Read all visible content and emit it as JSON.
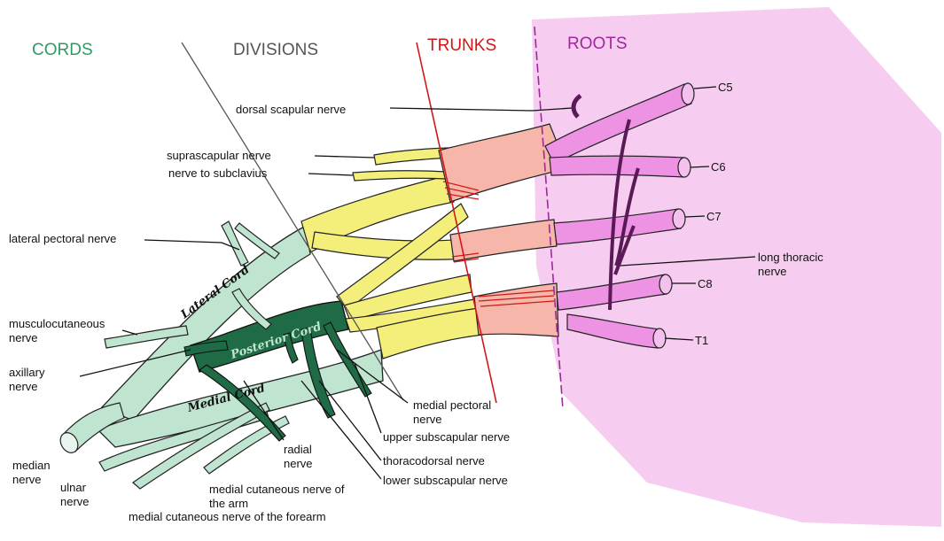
{
  "headers": {
    "cords": "CORDS",
    "divisions": "DIVISIONS",
    "trunks": "TRUNKS",
    "roots": "ROOTS"
  },
  "roots": {
    "c5": "C5",
    "c6": "C6",
    "c7": "C7",
    "c8": "C8",
    "t1": "T1"
  },
  "cord_names": {
    "lateral": "Lateral Cord",
    "posterior": "Posterior Cord",
    "medial": "Medial Cord"
  },
  "labels": {
    "dorsal_scapular": "dorsal scapular nerve",
    "suprascapular": "suprascapular nerve",
    "nerve_to_subclavius": "nerve to subclavius",
    "long_thoracic_1": "long thoracic",
    "long_thoracic_2": "nerve",
    "lateral_pectoral": "lateral pectoral nerve",
    "musculocutaneous_1": "musculocutaneous",
    "musculocutaneous_2": "nerve",
    "axillary_1": "axillary",
    "axillary_2": "nerve",
    "median_1": "median",
    "median_2": "nerve",
    "ulnar_1": "ulnar",
    "ulnar_2": "nerve",
    "radial_1": "radial",
    "radial_2": "nerve",
    "medial_pectoral_1": "medial pectoral",
    "medial_pectoral_2": "nerve",
    "upper_subscapular": "upper subscapular nerve",
    "thoracodorsal": "thoracodorsal nerve",
    "lower_subscapular": "lower subscapular nerve",
    "med_cut_arm_1": "medial cutaneous nerve of",
    "med_cut_arm_2": "the arm",
    "med_cut_forearm": "medial cutaneous nerve of the forearm"
  },
  "colors": {
    "cords_header": "#2f9a63",
    "divisions_header": "#555555",
    "trunks_header": "#d01818",
    "roots_header": "#a0289a",
    "roots_region": "#f6cdf0",
    "root_nerve": "#ee92e4",
    "trunk_nerve": "#f6b6aa",
    "division_nerve": "#f4ef7a",
    "cord_nerve": "#bfe5d0",
    "posterior_cord": "#1f6b45",
    "divider_red": "#d01818",
    "divider_purple": "#9a2a9a",
    "divider_grey": "#555555"
  }
}
